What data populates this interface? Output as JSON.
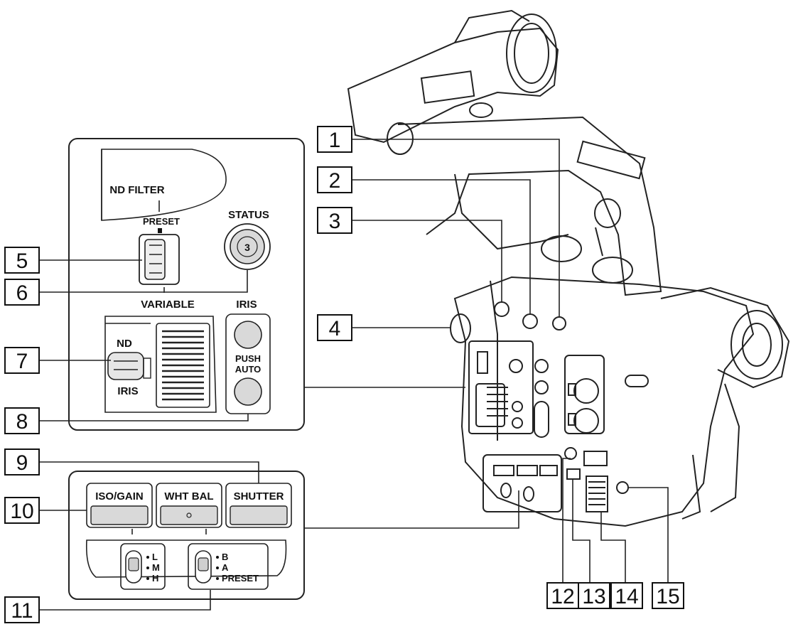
{
  "callouts": [
    "1",
    "2",
    "3",
    "4",
    "5",
    "6",
    "7",
    "8",
    "9",
    "10",
    "11",
    "12",
    "13",
    "14",
    "15"
  ],
  "upper_panel": {
    "nd_filter": "ND FILTER",
    "preset": "PRESET",
    "status": "STATUS",
    "status_button_number": "3",
    "variable": "VARIABLE",
    "iris": "IRIS",
    "switch_nd": "ND",
    "switch_iris": "IRIS",
    "push_auto_line1": "PUSH",
    "push_auto_line2": "AUTO"
  },
  "lower_panel": {
    "iso_gain": "ISO/GAIN",
    "wht_bal": "WHT BAL",
    "shutter": "SHUTTER",
    "gain_positions": [
      "L",
      "M",
      "H"
    ],
    "wb_positions": [
      "B",
      "A",
      "PRESET"
    ]
  }
}
